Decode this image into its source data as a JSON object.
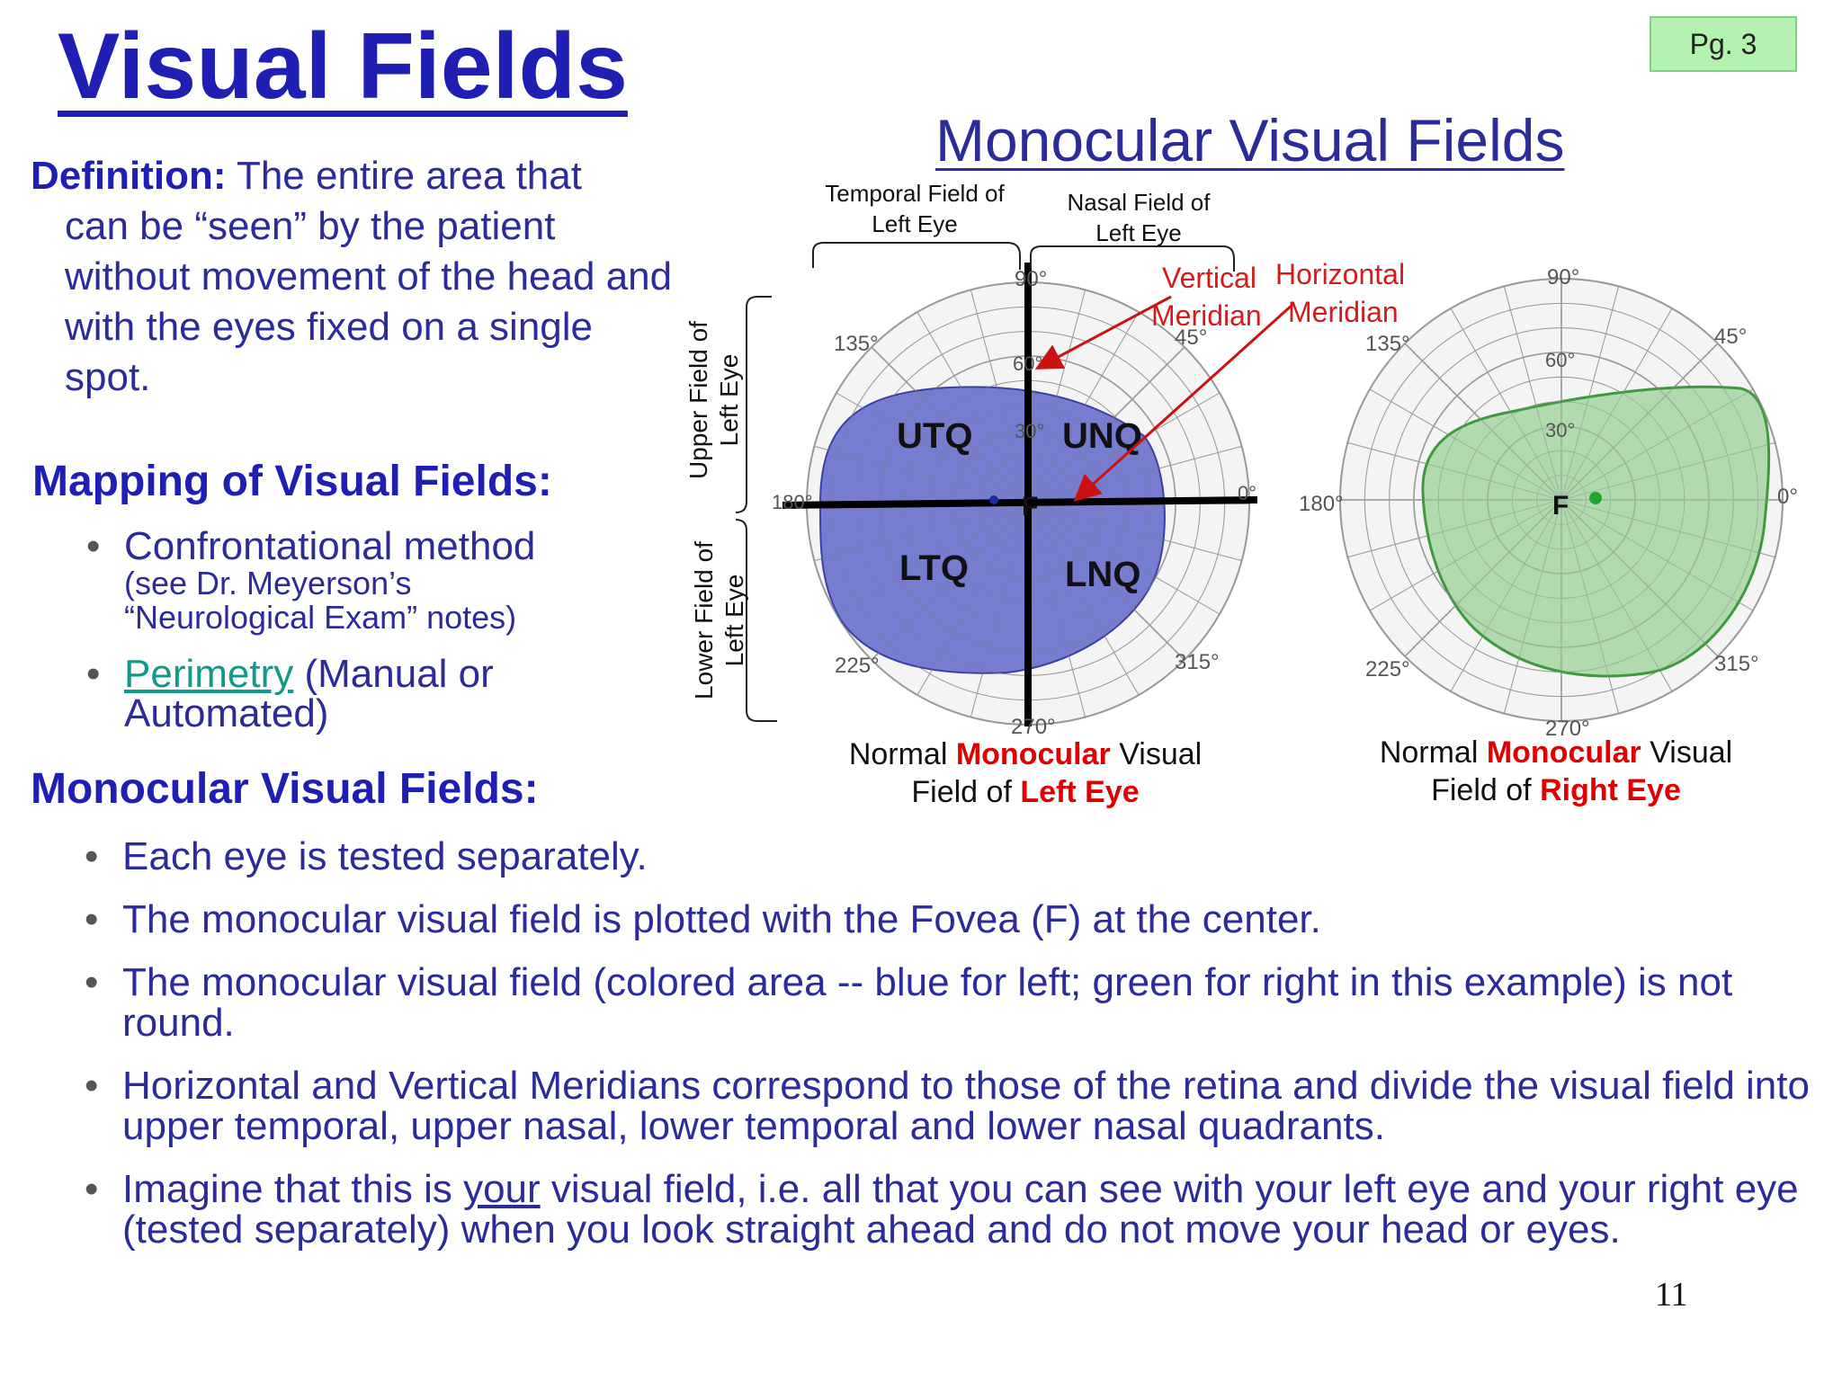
{
  "page": {
    "title": "Visual Fields",
    "page_badge": "Pg. 3",
    "slide_number": "11"
  },
  "definition": {
    "heading": "Definition:",
    "text_first": "The entire area that",
    "lines": [
      "can be “seen” by the patient",
      "without movement of the head and",
      "with the eyes fixed on a single",
      "spot."
    ]
  },
  "mapping": {
    "heading": "Mapping of Visual Fields:",
    "item1": {
      "main": "Confrontational method",
      "sub1": "(see Dr. Meyerson’s",
      "sub2": "“Neurological Exam” notes)"
    },
    "item2": {
      "link": "Perimetry",
      "rest": " (Manual or",
      "line2": "Automated)"
    }
  },
  "monocular": {
    "heading": "Monocular Visual Fields:",
    "b1": "Each eye is tested separately.",
    "b2": "The monocular visual field is plotted with the Fovea (F) at the center.",
    "b3": "The monocular visual field (colored area -- blue for left; green for right in this example) is not round.",
    "b4": "Horizontal and Vertical Meridians correspond to those of the retina and divide the visual field into upper temporal, upper nasal, lower temporal and lower nasal quadrants.",
    "b5_pre": "Imagine that this is ",
    "b5_u": "your",
    "b5_post": " visual field, i.e. all that you can see with your left eye and your right eye (tested separately) when you look straight ahead and do not move your head or eyes."
  },
  "diagram": {
    "title": "Monocular Visual Fields",
    "temporal_label_1": "Temporal Field of",
    "temporal_label_2": "Left Eye",
    "nasal_label_1": "Nasal Field of",
    "nasal_label_2": "Left Eye",
    "upper_label_1": "Upper  Field of",
    "upper_label_2": "Left Eye",
    "lower_label_1": "Lower  Field of",
    "lower_label_2": "Left Eye",
    "vertical_1": "Vertical",
    "vertical_2": "Meridian",
    "horizontal_1": "Horizontal",
    "horizontal_2": "Meridian",
    "quadrants": {
      "utq": "UTQ",
      "unq": "UNQ",
      "ltq": "LTQ",
      "lnq": "LNQ"
    },
    "fovea": "F",
    "left_degrees": {
      "d90": "90°",
      "d135": "135°",
      "d45": "45°",
      "d60": "60°",
      "d30": "30°",
      "d180": "180°",
      "d0": "0°",
      "d225": "225°",
      "d315": "315°",
      "d270": "270°"
    },
    "right_degrees": {
      "d90": "90°",
      "d135": "135°",
      "d45": "45°",
      "d60": "60°",
      "d30": "30°",
      "d180": "180°",
      "d0": "0°",
      "d225": "225°",
      "d315": "315°",
      "d270": "270°"
    },
    "caption_left": {
      "normal": "Normal ",
      "monocular": "Monocular",
      "visual": " Visual",
      "field_of": "Field of ",
      "eye": "Left Eye"
    },
    "caption_right": {
      "normal": "Normal ",
      "monocular": "Monocular",
      "visual": " Visual",
      "field_of": "Field of ",
      "eye": "Right Eye"
    },
    "colors": {
      "left_field": "#5a63c8",
      "right_field": "#9ed39a",
      "meridian_arrow": "#cc1111",
      "grid": "#9a9a9a"
    }
  }
}
